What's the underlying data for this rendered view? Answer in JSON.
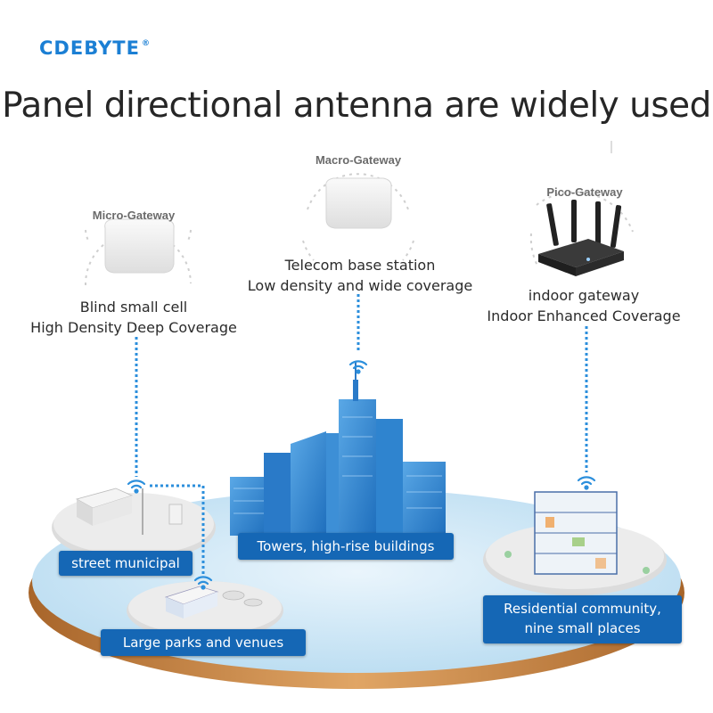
{
  "brand": {
    "name": "CDEBYTE",
    "mark": "®",
    "color": "#1b7fd4"
  },
  "headline": "Panel directional antenna are widely used",
  "gateways": [
    {
      "title": "Micro-Gateway",
      "line1": "Blind small cell",
      "line2": "High Density Deep Coverage",
      "icon": "ceiling-ap-icon"
    },
    {
      "title": "Macro-Gateway",
      "line1": "Telecom base station",
      "line2": "Low density and wide coverage",
      "icon": "ceiling-ap-icon"
    },
    {
      "title": "Pico-Gateway",
      "line1": "indoor gateway",
      "line2": "Indoor Enhanced Coverage",
      "icon": "router-icon"
    }
  ],
  "scenes": {
    "street": "street municipal",
    "parks": "Large parks and venues",
    "towers": "Towers, high-rise buildings",
    "residential_line1": "Residential community,",
    "residential_line2": "nine small places"
  },
  "colors": {
    "label_bg": "#1567b5",
    "connector": "#2c8fdc",
    "platform": "#cfe6f5",
    "platform_rim": "#c98a4a",
    "buildings": "#2f84cf"
  }
}
